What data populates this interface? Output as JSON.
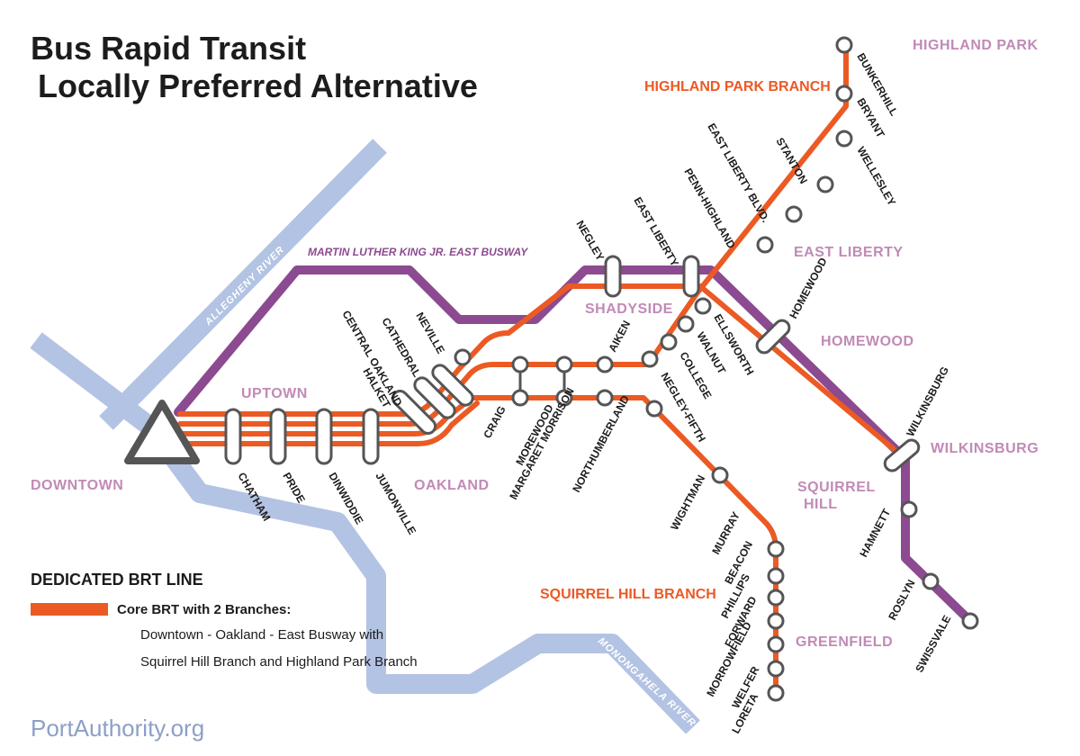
{
  "title": {
    "line1": "Bus Rapid Transit",
    "line2": "Locally Preferred Alternative"
  },
  "rivers": {
    "allegheny": "ALLEGHENY RIVER",
    "monongahela": "MONONGAHELA RIVER"
  },
  "busway_label": "MARTIN LUTHER KING JR. EAST BUSWAY",
  "branches": {
    "highland_park": "HIGHLAND PARK BRANCH",
    "squirrel_hill": "SQUIRREL HILL BRANCH"
  },
  "areas": {
    "downtown": "DOWNTOWN",
    "uptown": "UPTOWN",
    "oakland": "OAKLAND",
    "shadyside": "SHADYSIDE",
    "east_liberty": "EAST LIBERTY",
    "homewood": "HOMEWOOD",
    "wilkinsburg": "WILKINSBURG",
    "squirrel_hill_1": "SQUIRREL",
    "squirrel_hill_2": "HILL",
    "greenfield": "GREENFIELD",
    "highland_park": "HIGHLAND PARK"
  },
  "stations": {
    "chatham": "CHATHAM",
    "pride": "PRIDE",
    "dinwiddie": "DINWIDDIE",
    "jumonville": "JUMONVILLE",
    "halket": "HALKET",
    "central_oakland": "CENTRAL OAKLAND",
    "cathedral": "CATHEDRAL",
    "neville": "NEVILLE",
    "craig": "CRAIG",
    "morewood": "MOREWOOD",
    "margaret_morrison": "MARGARET MORRISON",
    "aiken": "AIKEN",
    "negley_fifth": "NEGLEY-FIFTH",
    "northumberland": "NORTHUMBERLAND",
    "college": "COLLEGE",
    "walnut": "WALNUT",
    "ellsworth": "ELLSWORTH",
    "negley": "NEGLEY",
    "east_liberty": "EAST LIBERTY",
    "penn_highland": "PENN-HIGHLAND",
    "east_liberty_blvd": "EAST LIBERTY BLVD.",
    "stanton": "STANTON",
    "wellesley": "WELLESLEY",
    "bryant": "BRYANT",
    "bunkerhill": "BUNKERHILL",
    "homewood": "HOMEWOOD",
    "wilkinsburg": "WILKINSBURG",
    "hamnett": "HAMNETT",
    "roslyn": "ROSLYN",
    "swissvale": "SWISSVALE",
    "wightman": "WIGHTMAN",
    "murray": "MURRAY",
    "beacon": "BEACON",
    "phillips": "PHILLIPS",
    "forward": "FORWARD",
    "morrowfield": "MORROWFIELD",
    "welfer": "WELFER",
    "loreta": "LORETA"
  },
  "legend": {
    "heading": "DEDICATED BRT LINE",
    "item_label": "Core BRT with 2 Branches:",
    "desc1": "Downtown - Oakland - East Busway with",
    "desc2": "Squirrel Hill Branch and Highland Park Branch"
  },
  "footer": "PortAuthority.org",
  "colors": {
    "brt_orange": "#ec5a24",
    "busway_purple": "#8c4a90",
    "river_blue": "#b3c3e3",
    "area_pink": "#c18ab6",
    "station_outline": "#555555"
  }
}
